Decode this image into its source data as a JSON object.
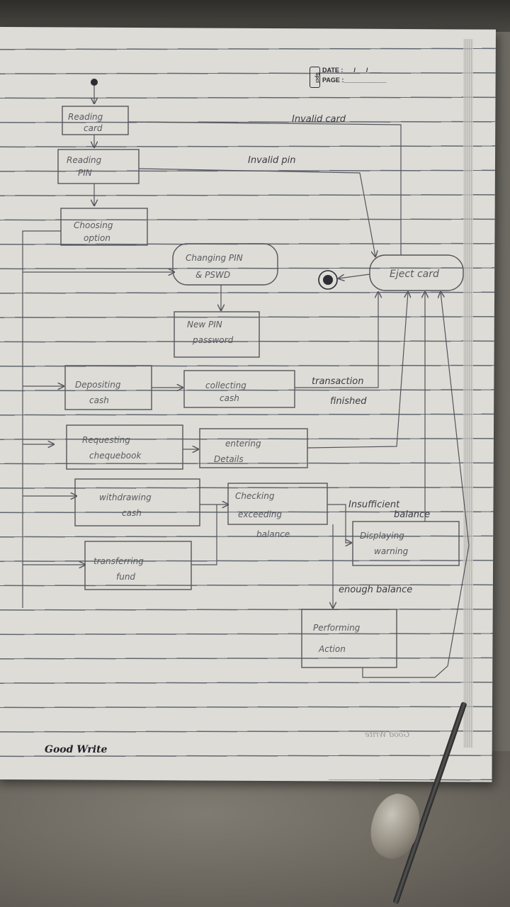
{
  "notebook": {
    "header_date": "DATE :___/___/____",
    "header_page": "PAGE :____________",
    "header_brand": "Spcl",
    "footer_brand": "Good Write",
    "footer_mirror": "Good Write"
  },
  "diagram": {
    "nodes": {
      "reading_card": [
        "Reading",
        "card"
      ],
      "reading_pin": [
        "Reading",
        "PIN"
      ],
      "choosing_option": [
        "Choosing",
        "option"
      ],
      "changing_pin": [
        "Changing PIN",
        "& PSWD"
      ],
      "new_pin": [
        "New PIN",
        "password"
      ],
      "eject_card": [
        "Eject card"
      ],
      "depositing_cash": [
        "Depositing",
        "cash"
      ],
      "collecting_cash": [
        "collecting",
        "cash"
      ],
      "requesting_chequebook": [
        "Requesting",
        "chequebook"
      ],
      "entering_details": [
        "entering",
        "Details"
      ],
      "withdrawing_cash": [
        "withdrawing",
        "cash"
      ],
      "checking_balance": [
        "Checking",
        "exceeding",
        "balance"
      ],
      "displaying_warning": [
        "Displaying",
        "warning"
      ],
      "transferring_fund": [
        "transferring",
        "fund"
      ],
      "performing_action": [
        "Performing",
        "Action"
      ]
    },
    "edge_labels": {
      "invalid_card": "Invalid card",
      "invalid_pin": "Invalid pin",
      "transaction_finished": [
        "transaction",
        "finished"
      ],
      "insufficient_balance": [
        "Insufficient",
        "balance"
      ],
      "enough_balance": "enough balance"
    }
  }
}
